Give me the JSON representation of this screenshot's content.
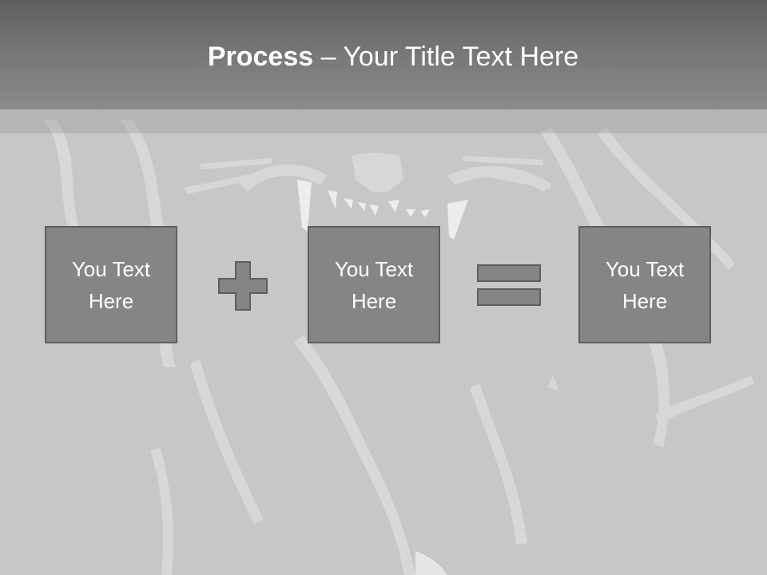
{
  "slide": {
    "title_bold": "Process",
    "title_rest": " – Your Title Text Here",
    "boxes": [
      {
        "label": "You Text Here"
      },
      {
        "label": "You Text Here"
      },
      {
        "label": "You Text Here"
      }
    ],
    "operators": [
      "plus-icon",
      "equals-icon"
    ],
    "background_icon": "lion-illustration",
    "colors": {
      "title_bar": "#6e6e6e",
      "background": "#c7c7c7",
      "box_fill": "#858585",
      "box_border": "#5e5e5e",
      "text": "#ffffff"
    }
  }
}
